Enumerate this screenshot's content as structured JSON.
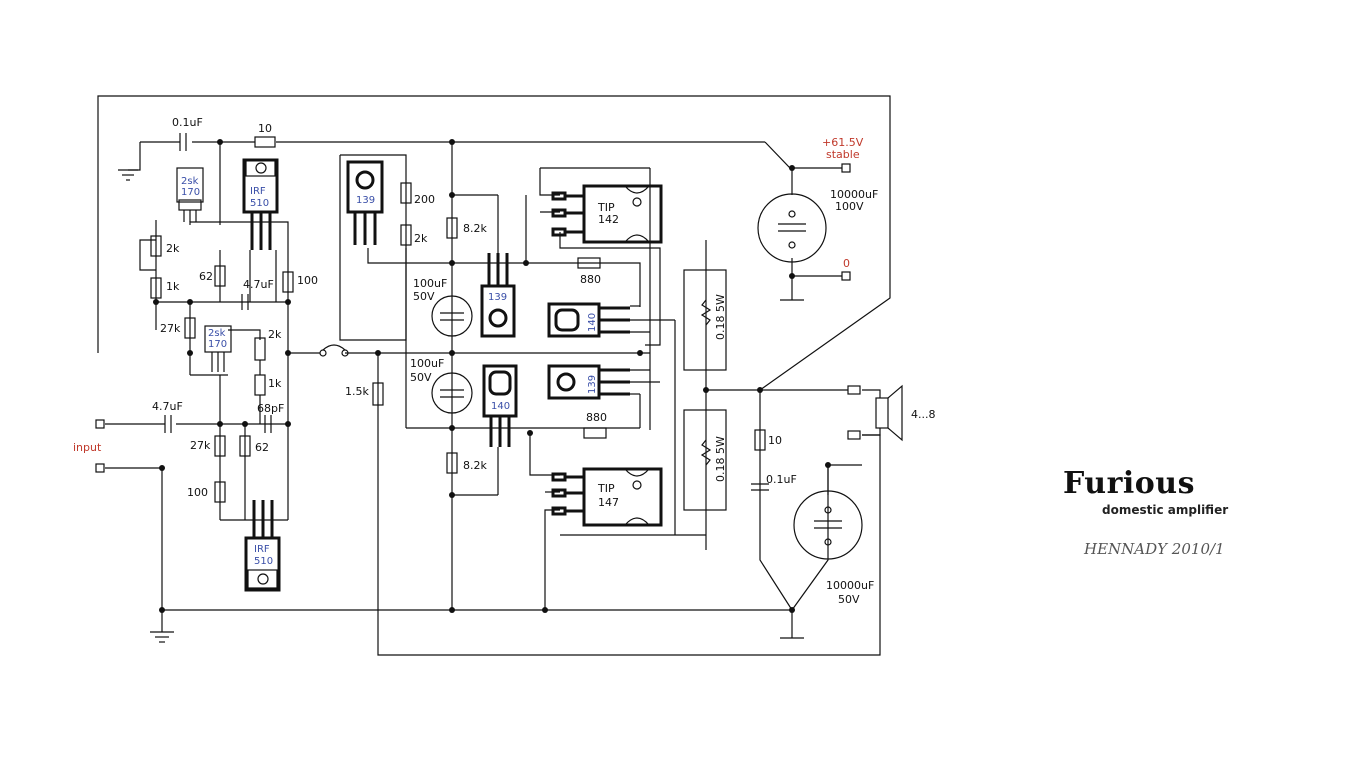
{
  "title": {
    "brand": "Furious",
    "subtitle": "domestic amplifier",
    "author": "HENNADY 2010/1"
  },
  "labels": {
    "c_in_top": "0.1uF",
    "r10_top": "10",
    "supply_plus": "+61.5V",
    "supply_stable": "stable",
    "cap_top_value": "10000uF",
    "cap_top_volt": "100V",
    "ground_zero": "0",
    "r_2k_a": "2k",
    "r_1k_a": "1k",
    "r_62_a": "62",
    "c_47_a": "4.7uF",
    "r_100_a": "100",
    "r_27k_a": "27k",
    "r_2k_b": "2k",
    "r_1k_b": "1k",
    "c_47_in": "4.7uF",
    "c_68pf": "68pF",
    "input": "input",
    "r_27k_b": "27k",
    "r_62_b": "62",
    "r_100_b": "100",
    "r_200": "200",
    "r_2k_c": "2k",
    "r_82k_a": "8.2k",
    "c_100uf_a": "100uF",
    "c_50v_a": "50V",
    "r_880_a": "880",
    "c_100uf_b": "100uF",
    "c_50v_b": "50V",
    "r_15k": "1.5k",
    "r_880_b": "880",
    "r_82k_b": "8.2k",
    "r_018_a": "0.18 5W",
    "r_018_b": "0.18 5W",
    "r10_zobel": "10",
    "c_zobel": "0.1uF",
    "speaker_imp": "4...8",
    "cap_bot_value": "10000uF",
    "cap_bot_volt": "50V",
    "tip142_a": "TIP",
    "tip142_b": "142",
    "tip147_a": "TIP",
    "tip147_b": "147"
  },
  "parts": {
    "jfet_top_a": "2sk",
    "jfet_top_b": "170",
    "jfet_mid_a": "2sk",
    "jfet_mid_b": "170",
    "irf_top_a": "IRF",
    "irf_top_b": "510",
    "irf_bot_a": "IRF",
    "irf_bot_b": "510",
    "q139_a": "139",
    "q139_b": "139",
    "q139_c": "139",
    "q140_a": "140",
    "q140_b": "140"
  }
}
